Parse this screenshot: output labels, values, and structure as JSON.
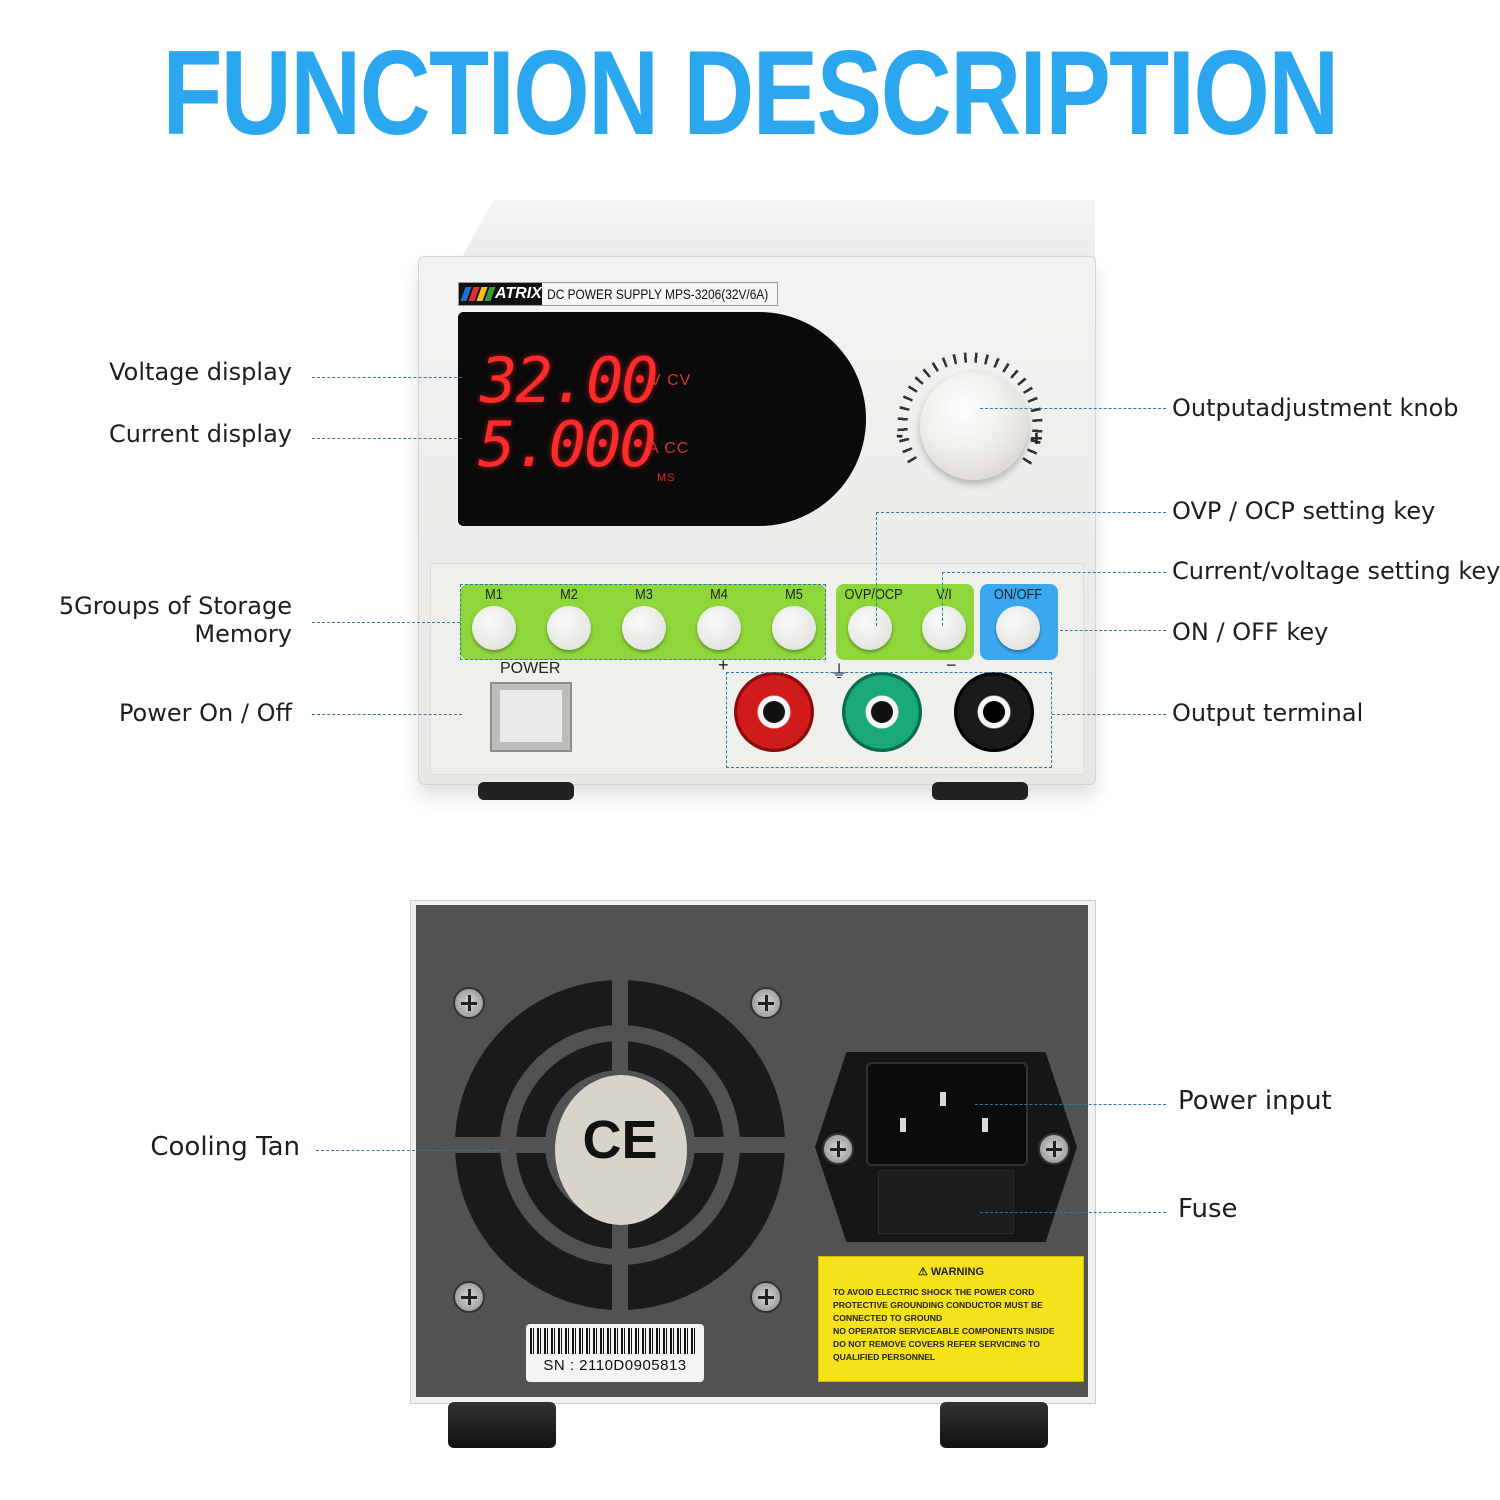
{
  "title": "FUNCTION DESCRIPTION",
  "front": {
    "brand": "ATRIX",
    "model_label": "DC POWER SUPPLY MPS-3206(32V/6A)",
    "voltage_reading": "32.00",
    "current_reading": "5.000",
    "voltage_unit": "V CV",
    "current_unit": "A CC",
    "ms_label": "MS",
    "knob_minus": "-",
    "knob_plus": "+",
    "memory_keys": [
      "M1",
      "M2",
      "M3",
      "M4",
      "M5"
    ],
    "ovp_ocp_key": "OVP/OCP",
    "vi_key": "V/I",
    "on_off_key": "ON/OFF",
    "power_label": "POWER",
    "terminal_plus": "+",
    "terminal_ground": "⏚",
    "terminal_minus": "−"
  },
  "rear": {
    "ce_mark": "CE",
    "sn": "SN : 2110D0905813",
    "warning_title": "WARNING",
    "warning_lines": [
      "TO AVOID ELECTRIC SHOCK THE POWER CORD",
      "PROTECTIVE GROUNDING CONDUCTOR MUST BE",
      "CONNECTED TO GROUND",
      "NO OPERATOR SERVICEABLE COMPONENTS INSIDE",
      "DO NOT REMOVE COVERS REFER SERVICING TO",
      "QUALIFIED PERSONNEL"
    ]
  },
  "labels": {
    "voltage_display": "Voltage display",
    "current_display": "Current display",
    "storage_memory_line1": "5Groups of Storage",
    "storage_memory_line2": "Memory",
    "power_on_off": "Power On / Off",
    "output_knob": "Outputadjustment knob",
    "ovp_ocp": "OVP / OCP setting key",
    "current_voltage": "Current/voltage setting key",
    "on_off": "ON / OFF key",
    "output_terminal": "Output terminal",
    "cooling_fan": "Cooling Tan",
    "power_input": "Power input",
    "fuse": "Fuse"
  },
  "colors": {
    "title": "#2aa7ef",
    "leader": "#2a7aa8",
    "memory_pad": "#8fd63a",
    "on_off_pad": "#3aa8ee",
    "display_digits": "#ff2a2a",
    "warning_label": "#f6e21a"
  }
}
